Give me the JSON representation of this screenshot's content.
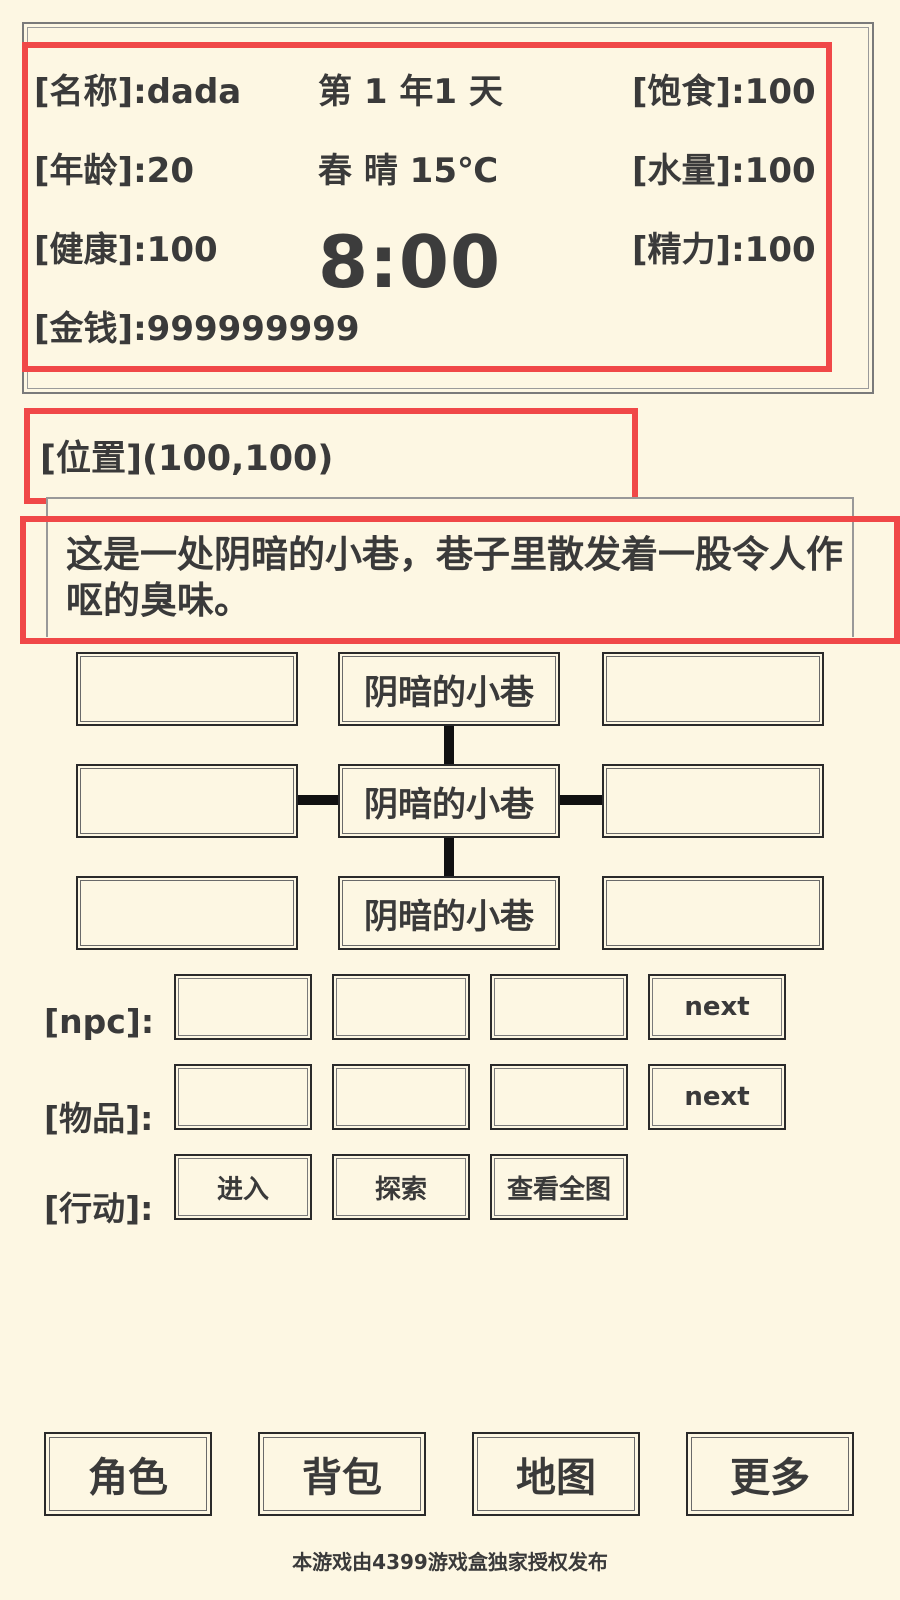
{
  "status": {
    "name": "[名称]:dada",
    "age": "[年龄]:20",
    "health": "[健康]:100",
    "money": "[金钱]:999999999",
    "date": "第 1 年1 天",
    "weather": "春  晴  15℃",
    "time": "8:00",
    "satiety": "[饱食]:100",
    "water": "[水量]:100",
    "energy": "[精力]:100"
  },
  "location": {
    "position": "[位置](100,100)",
    "description": "这是一处阴暗的小巷，巷子里散发着一股令人作呕的臭味。"
  },
  "map": {
    "north": "阴暗的小巷",
    "center": "阴暗的小巷",
    "south": "阴暗的小巷"
  },
  "rows": {
    "npc_label": "[npc]:",
    "items_label": "[物品]:",
    "actions_label": "[行动]:",
    "next_label": "next",
    "actions": [
      "进入",
      "探索",
      "查看全图"
    ]
  },
  "nav": [
    "角色",
    "背包",
    "地图",
    "更多"
  ],
  "footer": "本游戏由4399游戏盒独家授权发布",
  "colors": {
    "background": "#fdf7e3",
    "highlight": "#f04848",
    "text": "#3a3a3a"
  }
}
